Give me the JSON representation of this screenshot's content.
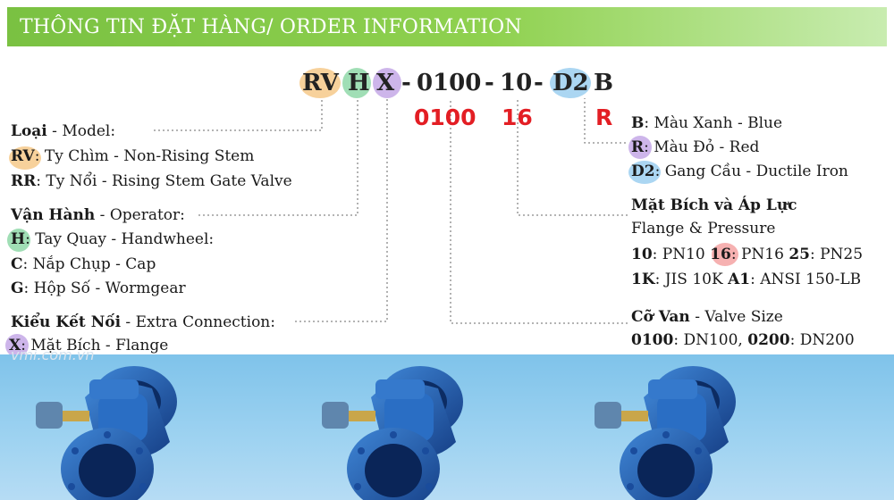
{
  "header": {
    "title": "THÔNG TIN ĐẶT HÀNG/ ORDER INFORMATION"
  },
  "code": {
    "rv": "RV",
    "h": "H",
    "x": "X",
    "d1": "-",
    "size": "0100",
    "d2": "-",
    "pressure": "10",
    "d3": "-",
    "d2mat": "D2",
    "b": "B"
  },
  "examples": {
    "size": "0100",
    "pressure": "16",
    "color": "R"
  },
  "model": {
    "heading": "Loại",
    "heading_en": " - Model:",
    "rv_code": "RV",
    "rv_text": ": Ty Chìm - Non-Rising Stem",
    "rr_code": "RR",
    "rr_text": ": Ty Nổi - Rising Stem Gate Valve"
  },
  "operator": {
    "heading": "Vận Hành",
    "heading_en": " - Operator:",
    "h_code": "H",
    "h_text": ": Tay Quay - Handwheel:",
    "c_code": "C",
    "c_text": ": Nắp Chụp - Cap",
    "g_code": "G",
    "g_text": ": Hộp Số - Wormgear"
  },
  "connection": {
    "heading": "Kiểu Kết Nối",
    "heading_en": " - Extra Connection:",
    "x_code": "X",
    "x_text": ": Mặt Bích - Flange"
  },
  "color": {
    "b_code": "B",
    "b_text": ": Màu Xanh - Blue",
    "r_code": "R",
    "r_text": ": Màu Đỏ - Red",
    "d2_code": "D2",
    "d2_text": ": Gang Cầu - Ductile Iron"
  },
  "flange": {
    "heading": "Mặt Bích và Áp Lực",
    "sub": "Flange & Pressure",
    "p10_code": "10",
    "p10_text": ": PN10 ",
    "p16_code": "16",
    "p16_text": ": PN16 ",
    "p25_code": "25",
    "p25_text": ": PN25",
    "jis_code": "1K",
    "jis_text": ": JIS 10K ",
    "ansi_code": "A1",
    "ansi_text": ": ANSI  150-LB"
  },
  "size": {
    "heading": "Cỡ Van",
    "heading_en": " - Valve Size",
    "s1_code": "0100",
    "s1_text": ": DN100, ",
    "s2_code": "0200",
    "s2_text": ": DN200"
  },
  "watermark": "vmi.com.vn",
  "colors": {
    "header_green": "#7ac142",
    "bubble_orange": "#f6c98a",
    "bubble_green": "#8fd8a8",
    "bubble_purple": "#c4a8e6",
    "bubble_blue": "#9ccff0",
    "bubble_red": "#f4a3a3",
    "example_red": "#e31e24",
    "valve_blue": "#1f5fb0",
    "banner_blue": "#8fcbee"
  },
  "icons": [
    "gate-valve-image",
    "gate-valve-image",
    "gate-valve-image"
  ]
}
